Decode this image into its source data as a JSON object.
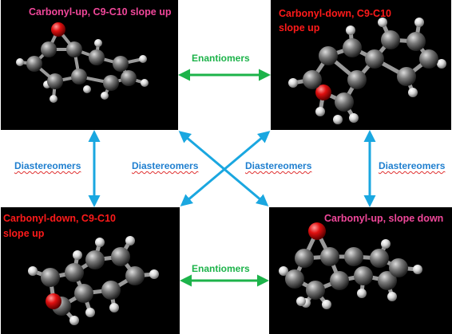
{
  "panels": {
    "top_left": {
      "title": "Carbonyl-up, C9-C10 slope up"
    },
    "top_right": {
      "title_line1": "Carbonyl-down, C9-C10",
      "title_line2": "slope up"
    },
    "bottom_left": {
      "title_line1": "Carbonyl-down, C9-C10",
      "title_line2": "slope up"
    },
    "bottom_right": {
      "title": "Carbonyl-up, slope down"
    }
  },
  "relations": {
    "enantiomers_top": "Enantiomers",
    "enantiomers_bottom": "Enantiomers",
    "diastereomers_left": "Diastereomers",
    "diastereomers_center_left": "Diastereomers",
    "diastereomers_center_right": "Diastereomers",
    "diastereomers_right": "Diastereomers"
  },
  "colors": {
    "panel_bg": "#000000",
    "title_pink": "#f0479a",
    "title_red": "#ff1a1a",
    "enantiomer_arrow": "#1db34a",
    "diastereomer_arrow": "#1aa7e0",
    "carbon_atom": "#6e6e6e",
    "hydrogen_atom": "#e6e6e6",
    "oxygen_atom": "#e31010"
  }
}
